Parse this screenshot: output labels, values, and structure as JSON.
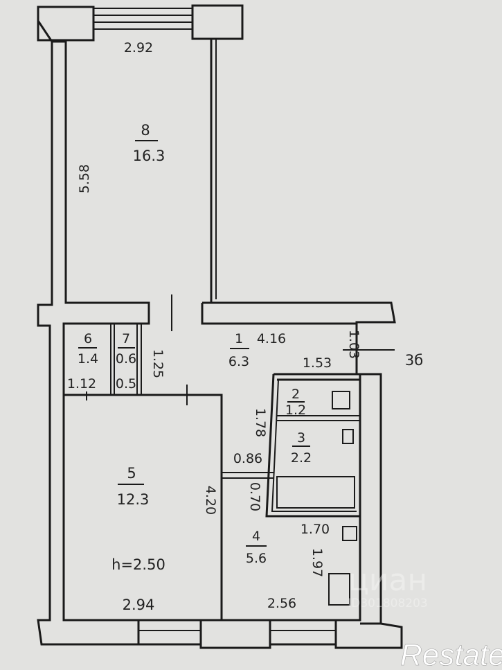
{
  "rooms": [
    {
      "number": "8",
      "area": "16.3"
    },
    {
      "number": "1",
      "area": "6.3"
    },
    {
      "number": "6",
      "area": "1.4"
    },
    {
      "number": "7",
      "area": "0.6"
    },
    {
      "number": "2",
      "area": "1.2"
    },
    {
      "number": "3",
      "area": "2.2"
    },
    {
      "number": "5",
      "area": "12.3"
    },
    {
      "number": "4",
      "area": "5.6"
    }
  ],
  "dimensions": {
    "d_292": "2.92",
    "d_558": "5.58",
    "d_416": "4.16",
    "d_103": "1.03",
    "d_153": "1.53",
    "d_125": "1.25",
    "d_112": "1.12",
    "d_05": "0.5",
    "d_178": "1.78",
    "d_086": "0.86",
    "d_070": "0.70",
    "d_420": "4.20",
    "d_170": "1.70",
    "d_197": "1.97",
    "d_294": "2.94",
    "d_256": "2.56"
  },
  "ceiling_height": "h=2.50",
  "callout": "3б",
  "watermark": {
    "brand": "циан",
    "id": "ID301808203"
  },
  "logo": "Restate"
}
